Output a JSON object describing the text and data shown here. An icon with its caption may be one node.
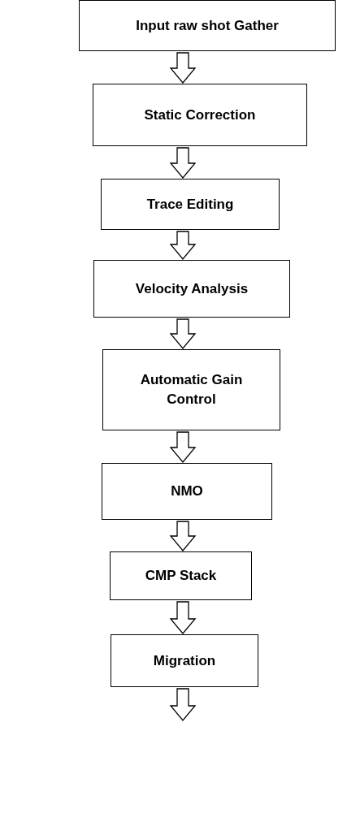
{
  "diagram": {
    "nodes": [
      {
        "text": [
          "Input raw shot Gather"
        ]
      },
      {
        "text": [
          "Static Correction"
        ]
      },
      {
        "text": [
          "Trace Editing"
        ]
      },
      {
        "text": [
          "Velocity Analysis"
        ]
      },
      {
        "text": [
          "Automatic Gain Control"
        ]
      },
      {
        "text": [
          "NMO"
        ]
      },
      {
        "text": [
          "CMP Stack"
        ]
      },
      {
        "text": [
          "Migration"
        ]
      }
    ],
    "edges": [
      {
        "from": 0,
        "to": 1,
        "arrow": "to"
      },
      {
        "from": 1,
        "to": 2,
        "arrow": "to"
      },
      {
        "from": 2,
        "to": 3,
        "arrow": "to"
      },
      {
        "from": 3,
        "to": 4,
        "arrow": "to"
      },
      {
        "from": 4,
        "to": 5,
        "arrow": "to"
      },
      {
        "from": 5,
        "to": 6,
        "arrow": "to"
      },
      {
        "from": 6,
        "to": 7,
        "arrow": "to"
      },
      {
        "from": 7,
        "to": null,
        "arrow": "to"
      }
    ]
  }
}
